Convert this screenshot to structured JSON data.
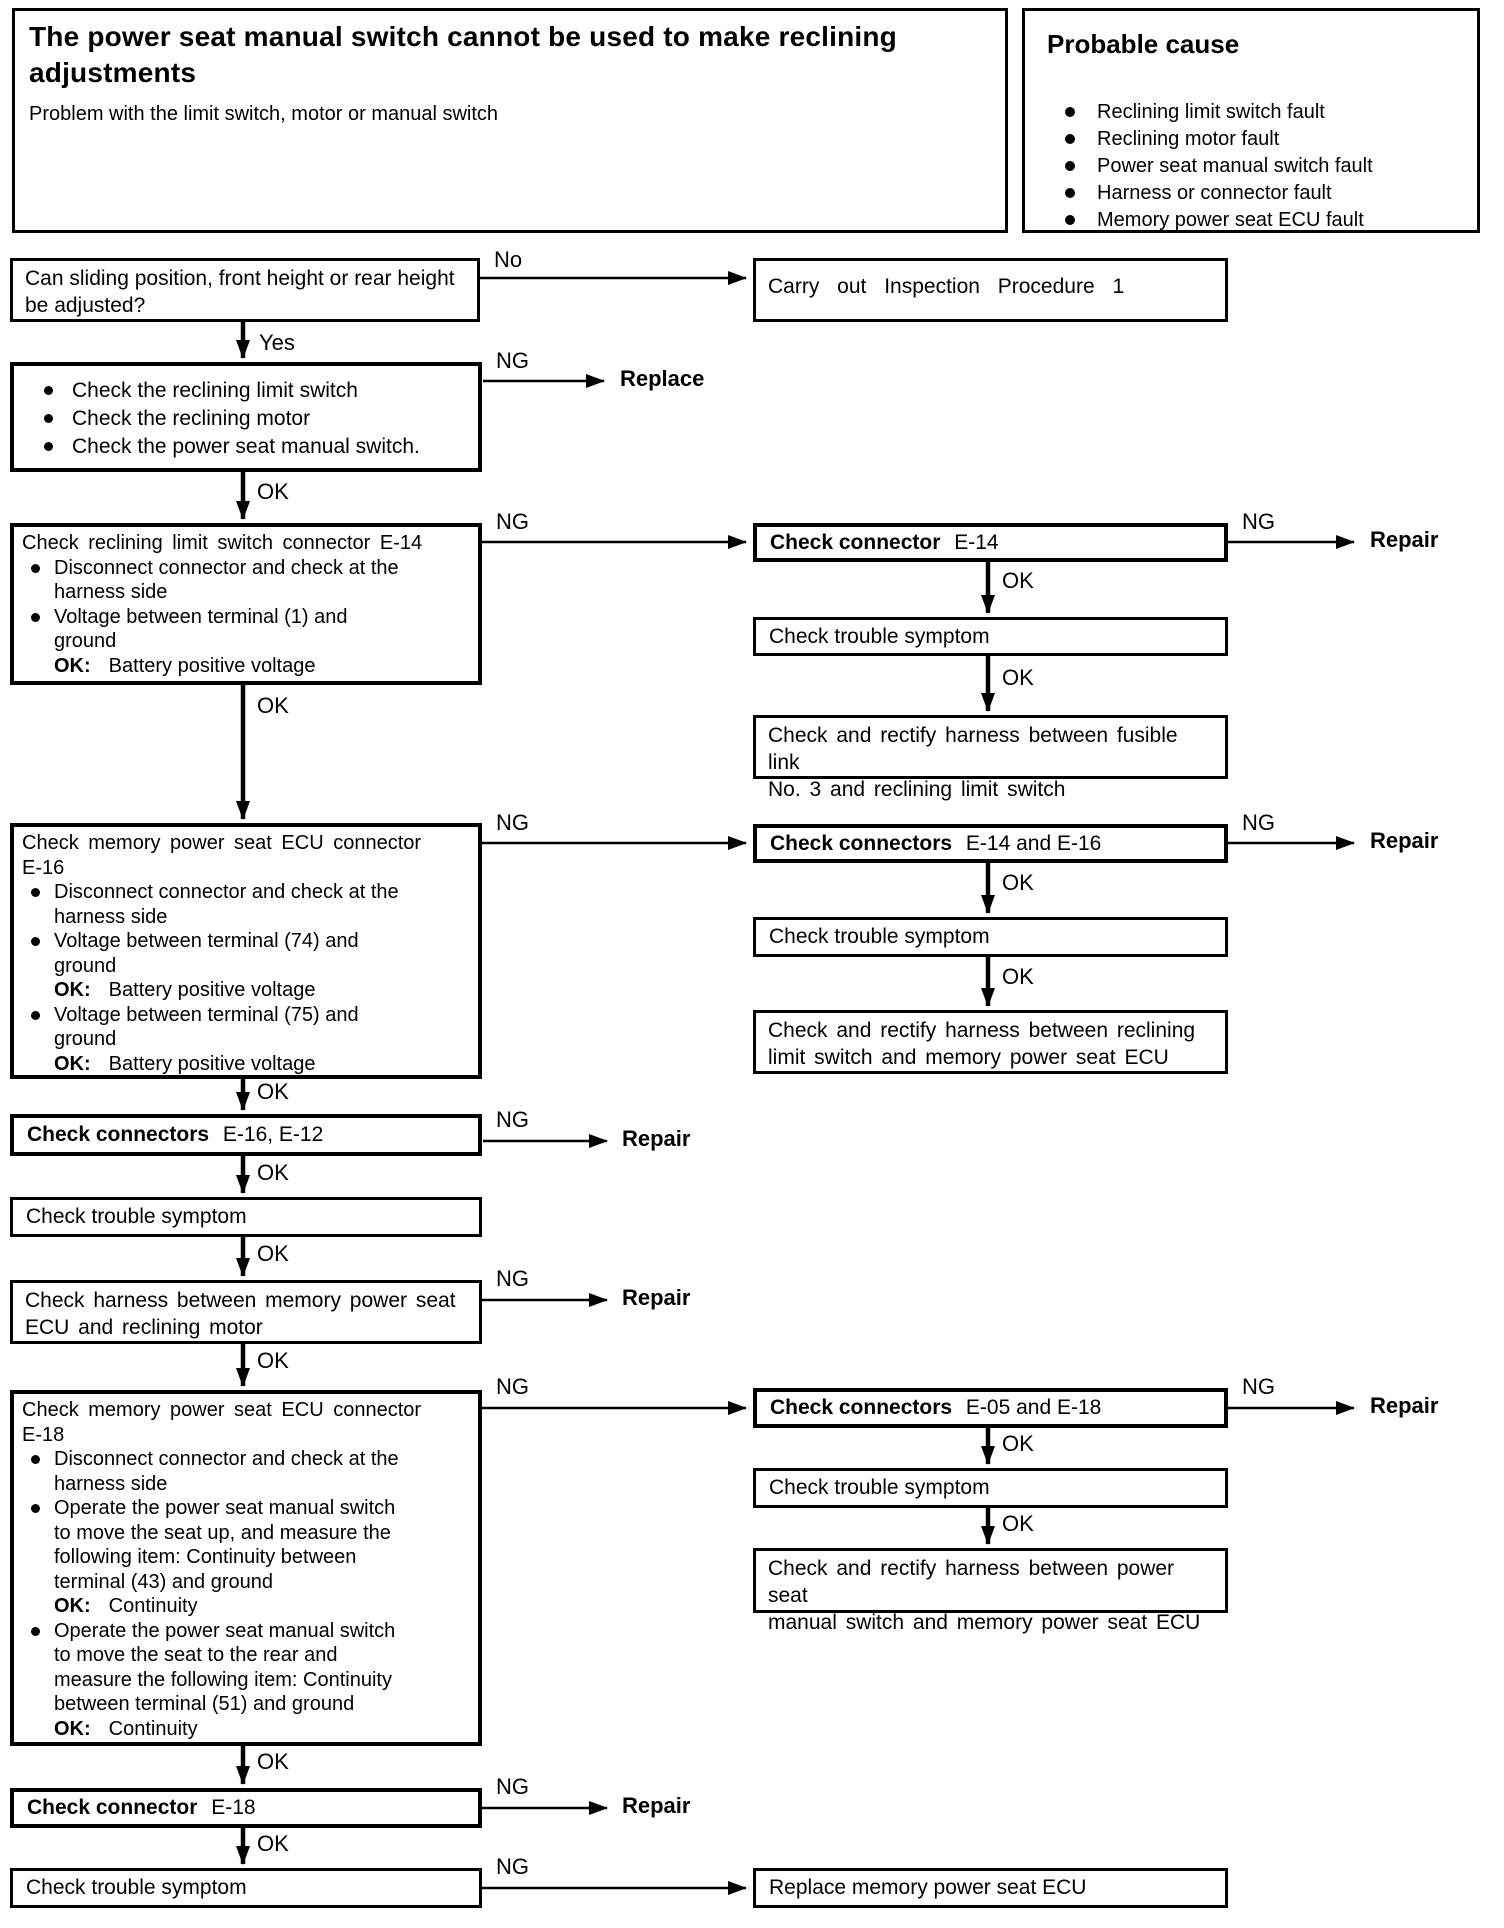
{
  "header": {
    "title": "The power seat manual switch cannot be used to make reclining\nadjustments",
    "subtitle": "Problem with the limit switch, motor or manual switch",
    "probable_cause": {
      "title": "Probable cause",
      "items": [
        "Reclining limit switch fault",
        "Reclining motor fault",
        "Power seat manual switch fault",
        "Harness or connector fault",
        "Memory power seat ECU fault"
      ]
    }
  },
  "labels": {
    "yes": "Yes",
    "no": "No",
    "ok": "OK",
    "ng": "NG",
    "ok_colon": "OK:",
    "repair": "Repair",
    "replace": "Replace"
  },
  "boxes": {
    "l1": {
      "text": "Can sliding position, front height or rear height\nbe adjusted?"
    },
    "r1": {
      "text": "Carry out Inspection Procedure 1"
    },
    "l2": {
      "items": [
        "Check the reclining limit switch",
        "Check the reclining motor",
        "Check the power seat manual switch."
      ]
    },
    "l3": {
      "title": "Check  reclining limit switch connector E-14",
      "b1": "Disconnect connector and check at the\nharness side",
      "b2": "Voltage between terminal (1) and\nground",
      "b2_ok": "Battery positive voltage"
    },
    "r2": {
      "bold": "Check connector",
      "rest": "E-14"
    },
    "r3": {
      "text": "Check trouble symptom"
    },
    "r4": {
      "text": "Check and rectify harness between fusible link\nNo. 3 and reclining limit switch"
    },
    "l4": {
      "title": "Check memory power seat ECU connector\nE-16",
      "b1": "Disconnect connector and check at the\nharness side",
      "b2": "Voltage between terminal (74) and\nground",
      "b2_ok": "Battery positive voltage",
      "b3": "Voltage between terminal (75) and\nground",
      "b3_ok": "Battery positive voltage"
    },
    "r5": {
      "bold": "Check connectors",
      "rest": "E-14 and E-16"
    },
    "r6": {
      "text": "Check trouble symptom"
    },
    "r7": {
      "text": "Check and rectify harness between reclining\nlimit switch and memory power seat ECU"
    },
    "l5": {
      "bold": "Check connectors",
      "rest": "E-16, E-12"
    },
    "l6": {
      "text": "Check trouble symptom"
    },
    "l7": {
      "text": "Check harness between memory power seat\nECU and reclining motor"
    },
    "l8": {
      "title": "Check memory power seat ECU connector\nE-18",
      "b1": "Disconnect connector and check at the\nharness side",
      "b2": "Operate the power seat manual switch\nto move the seat up, and measure the\nfollowing item: Continuity between\nterminal (43) and ground",
      "b2_ok": "Continuity",
      "b3": "Operate the power seat manual switch\nto move the seat to the  rear and\nmeasure the following item: Continuity\nbetween terminal (51) and ground",
      "b3_ok": "Continuity"
    },
    "r8": {
      "bold": "Check connectors",
      "rest": "E-05 and E-18"
    },
    "r9": {
      "text": "Check trouble symptom"
    },
    "r10": {
      "text": "Check and rectify harness between power seat\nmanual switch and memory power seat ECU"
    },
    "l9": {
      "bold": "Check connector",
      "rest": "E-18"
    },
    "l10": {
      "text": "Check trouble symptom"
    },
    "r11": {
      "text": "Replace memory power seat ECU"
    }
  }
}
